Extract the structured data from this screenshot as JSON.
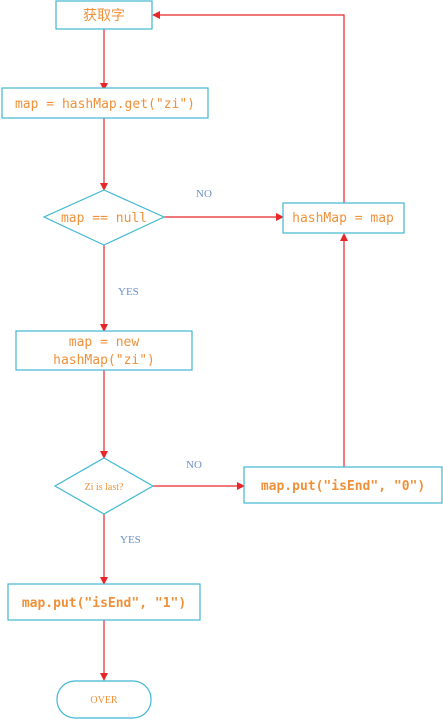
{
  "colors": {
    "node_border": "#3fb8d3",
    "node_text": "#f0913a",
    "edge": "#e8262a",
    "edge_label": "#6b8fc7"
  },
  "nodes": {
    "get_zi": "获取字",
    "map_get": "map = hashMap.get(\"zi\")",
    "map_null": "map == null",
    "hashmap_eq_map": "hashMap = map",
    "map_new_line1": "map = new",
    "map_new_line2": "hashMap(\"zi\")",
    "zi_is_last": "Zi is last?",
    "put_isend_0": "map.put(\"isEnd\", \"0\")",
    "put_isend_1": "map.put(\"isEnd\", \"1\")",
    "over": "OVER"
  },
  "edge_labels": {
    "null_no": "NO",
    "null_yes": "YES",
    "last_no": "NO",
    "last_yes": "YES"
  }
}
